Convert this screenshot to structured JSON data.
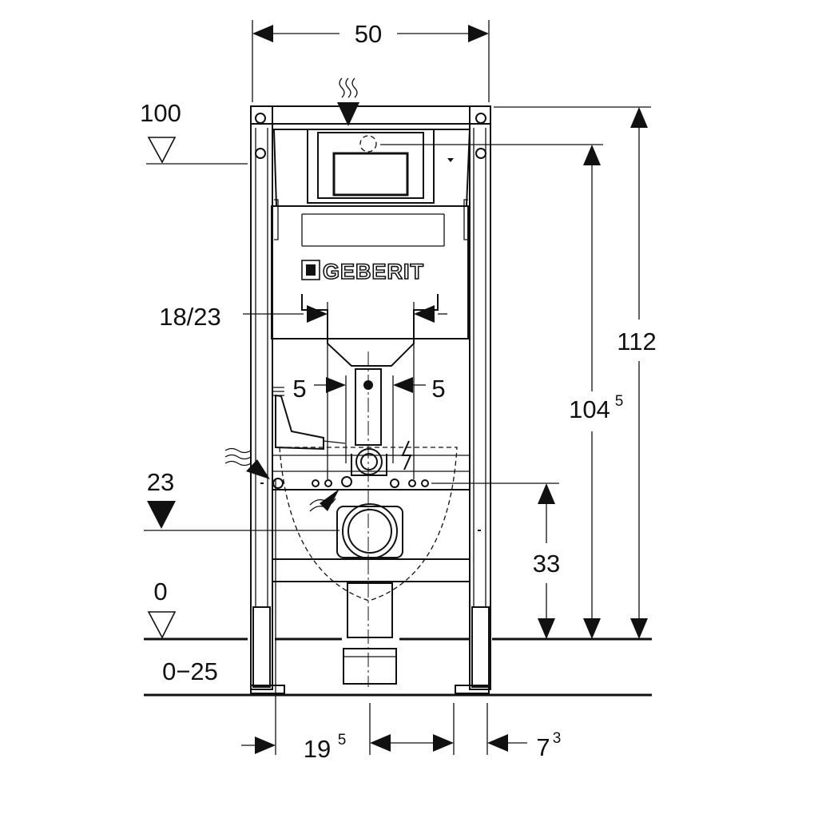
{
  "brand": {
    "logo_text": "GEBERIT"
  },
  "dimensions": {
    "width_top": "50",
    "height_total": "112",
    "height_actuator": "104",
    "height_actuator_sup": "5",
    "flush_opening": "18/23",
    "supply_left": "5",
    "supply_right": "5",
    "supply_height": "33",
    "frame_offset_left": "19",
    "frame_offset_left_sup": "5",
    "frame_offset_right": "7",
    "frame_offset_right_sup": "3",
    "floor_range": "0−25"
  },
  "levels": {
    "top_level": "100",
    "drain_level": "23",
    "floor_level": "0"
  },
  "colors": {
    "line": "#111111",
    "background": "#ffffff"
  }
}
